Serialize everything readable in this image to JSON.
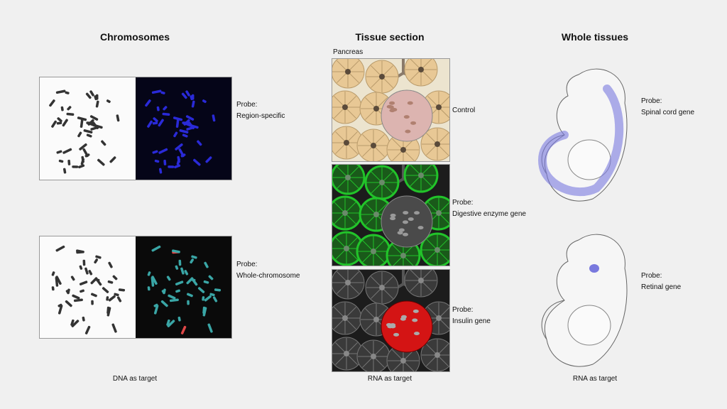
{
  "columns": [
    {
      "title": "Chromosomes",
      "footer": "DNA as target"
    },
    {
      "title": "Tissue section",
      "footer": "RNA as target"
    },
    {
      "title": "Whole tissues",
      "footer": "RNA as target"
    }
  ],
  "chromosomes": {
    "panels": [
      {
        "probe_label": "Probe:",
        "probe_name": "Region-specific",
        "stain_color": "#2a2ad8"
      },
      {
        "probe_label": "Probe:",
        "probe_name": "Whole-chromosome",
        "stain_color": "#3aa6a6",
        "highlight_color": "#e04848"
      }
    ]
  },
  "tissue": {
    "organ_label": "Pancreas",
    "panels": [
      {
        "label": "Control"
      },
      {
        "probe_label": "Probe:",
        "probe_name": "Digestive enzyme gene",
        "stain_color": "#22c42a"
      },
      {
        "probe_label": "Probe:",
        "probe_name": "Insulin gene",
        "stain_color": "#d41414"
      }
    ]
  },
  "whole": {
    "panels": [
      {
        "probe_label": "Probe:",
        "probe_name": "Spinal cord gene",
        "stain_color": "#7a7ae0"
      },
      {
        "probe_label": "Probe:",
        "probe_name": "Retinal gene",
        "stain_color": "#5a5ad8"
      }
    ]
  }
}
